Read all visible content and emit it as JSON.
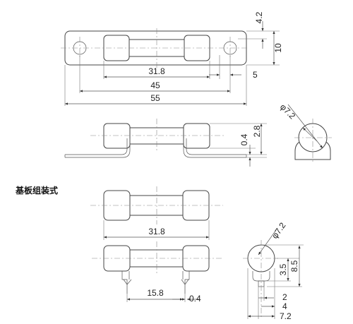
{
  "section_title": "基板组装式",
  "top_view": {
    "dim_height_small": "4.2",
    "dim_height": "10",
    "dim_31_8": "31.8",
    "dim_45": "45",
    "dim_55": "55",
    "dim_5": "5"
  },
  "side_view": {
    "dim_2_8": "2.8",
    "dim_0_4": "0.4"
  },
  "end_view": {
    "dim_phi": "φ7.2"
  },
  "pcb_top": {
    "dim_31_8": "31.8"
  },
  "pcb_side": {
    "dim_15_8": "15.8",
    "dim_0_4": "0.4"
  },
  "pcb_end": {
    "dim_phi": "φ7.2",
    "dim_3_5": "3.5",
    "dim_8_5": "8.5",
    "dim_2": "2",
    "dim_4": "4",
    "dim_7_2": "7.2"
  }
}
